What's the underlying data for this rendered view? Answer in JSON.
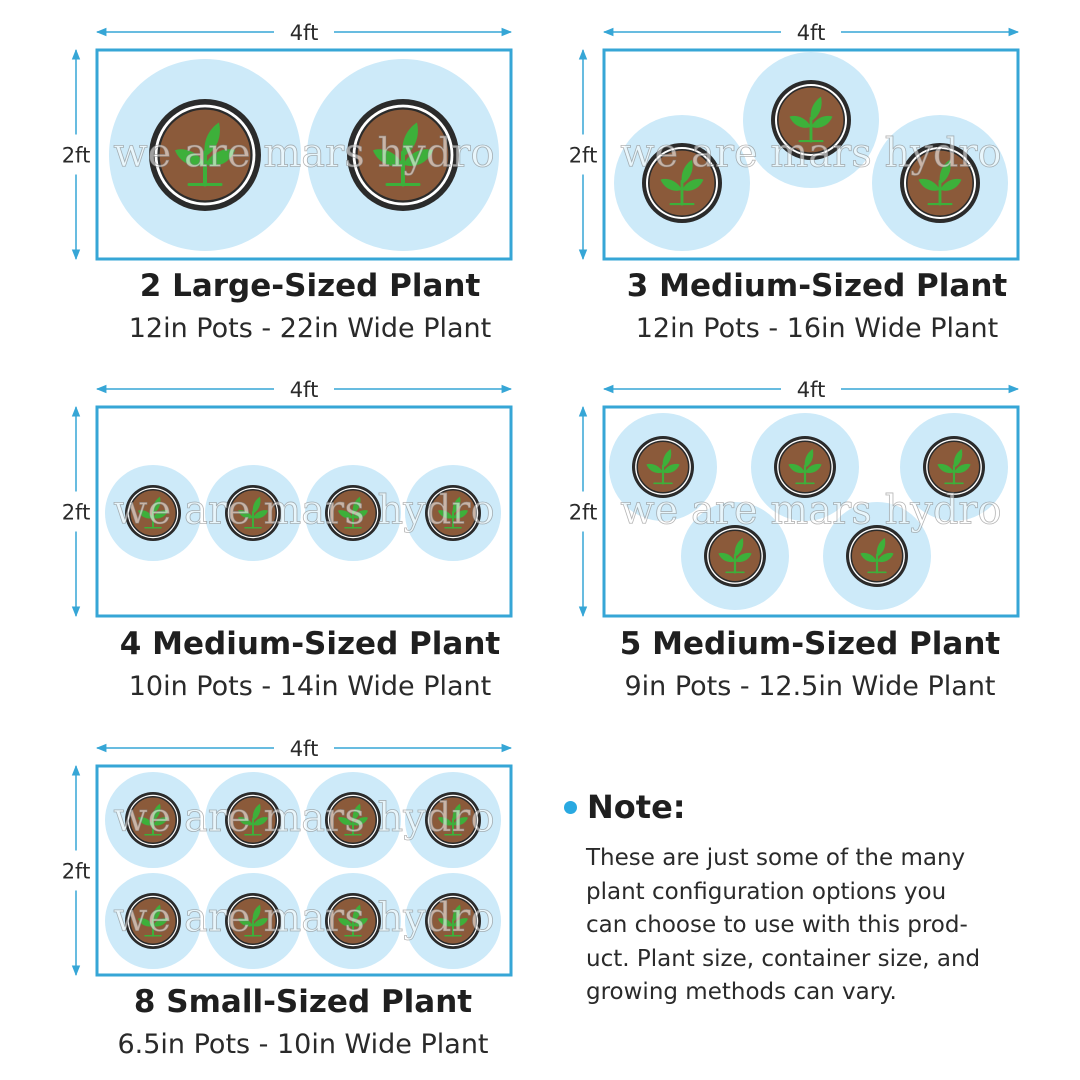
{
  "colors": {
    "frame": "#36a6d6",
    "canopy": "#cdeaf9",
    "soil": "#8b5a3a",
    "pot_ring": "#2b2b2b",
    "plant": "#3db03a"
  },
  "icons": {
    "plant": "sprout-icon",
    "note_bullet": "bullet-dot-icon"
  },
  "watermark": "we are mars hydro",
  "panels": [
    {
      "id": "panel-2-large",
      "width_label": "4ft",
      "height_label": "2ft",
      "title": "2 Large-Sized Plant",
      "subtitle": "12in Pots - 22in Wide Plant",
      "plant_count": 2
    },
    {
      "id": "panel-3-medium",
      "width_label": "4ft",
      "height_label": "2ft",
      "title": "3 Medium-Sized Plant",
      "subtitle": "12in Pots - 16in Wide Plant",
      "plant_count": 3
    },
    {
      "id": "panel-4-medium",
      "width_label": "4ft",
      "height_label": "2ft",
      "title": "4 Medium-Sized Plant",
      "subtitle": "10in Pots - 14in Wide Plant",
      "plant_count": 4
    },
    {
      "id": "panel-5-medium",
      "width_label": "4ft",
      "height_label": "2ft",
      "title": "5 Medium-Sized Plant",
      "subtitle": "9in Pots - 12.5in Wide Plant",
      "plant_count": 5
    },
    {
      "id": "panel-8-small",
      "width_label": "4ft",
      "height_label": "2ft",
      "title": "8 Small-Sized Plant",
      "subtitle": "6.5in Pots - 10in Wide Plant",
      "plant_count": 8
    }
  ],
  "note": {
    "heading": "Note:",
    "lines": [
      "These are just some of the many",
      "plant configuration options you",
      "can choose to use with this prod-",
      "uct. Plant size, container size, and",
      "growing methods can vary."
    ]
  }
}
